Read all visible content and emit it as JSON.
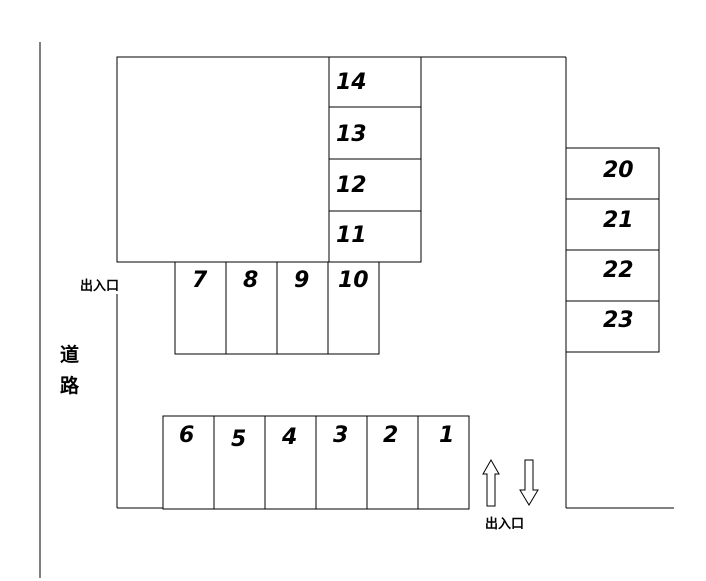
{
  "spaces": {
    "s14": "14",
    "s13": "13",
    "s12": "12",
    "s11": "11",
    "s7": "7",
    "s8": "8",
    "s9": "9",
    "s10": "10",
    "s20": "20",
    "s21": "21",
    "s22": "22",
    "s23": "23",
    "s6": "6",
    "s5": "5",
    "s4": "4",
    "s3": "3",
    "s2": "2",
    "s1": "1"
  },
  "labels": {
    "entrance_left": "出入口",
    "entrance_bottom": "出入口",
    "road_char_1": "道",
    "road_char_2": "路"
  },
  "icons": {
    "arrow_in": "up-arrow-icon",
    "arrow_out": "down-arrow-icon"
  }
}
